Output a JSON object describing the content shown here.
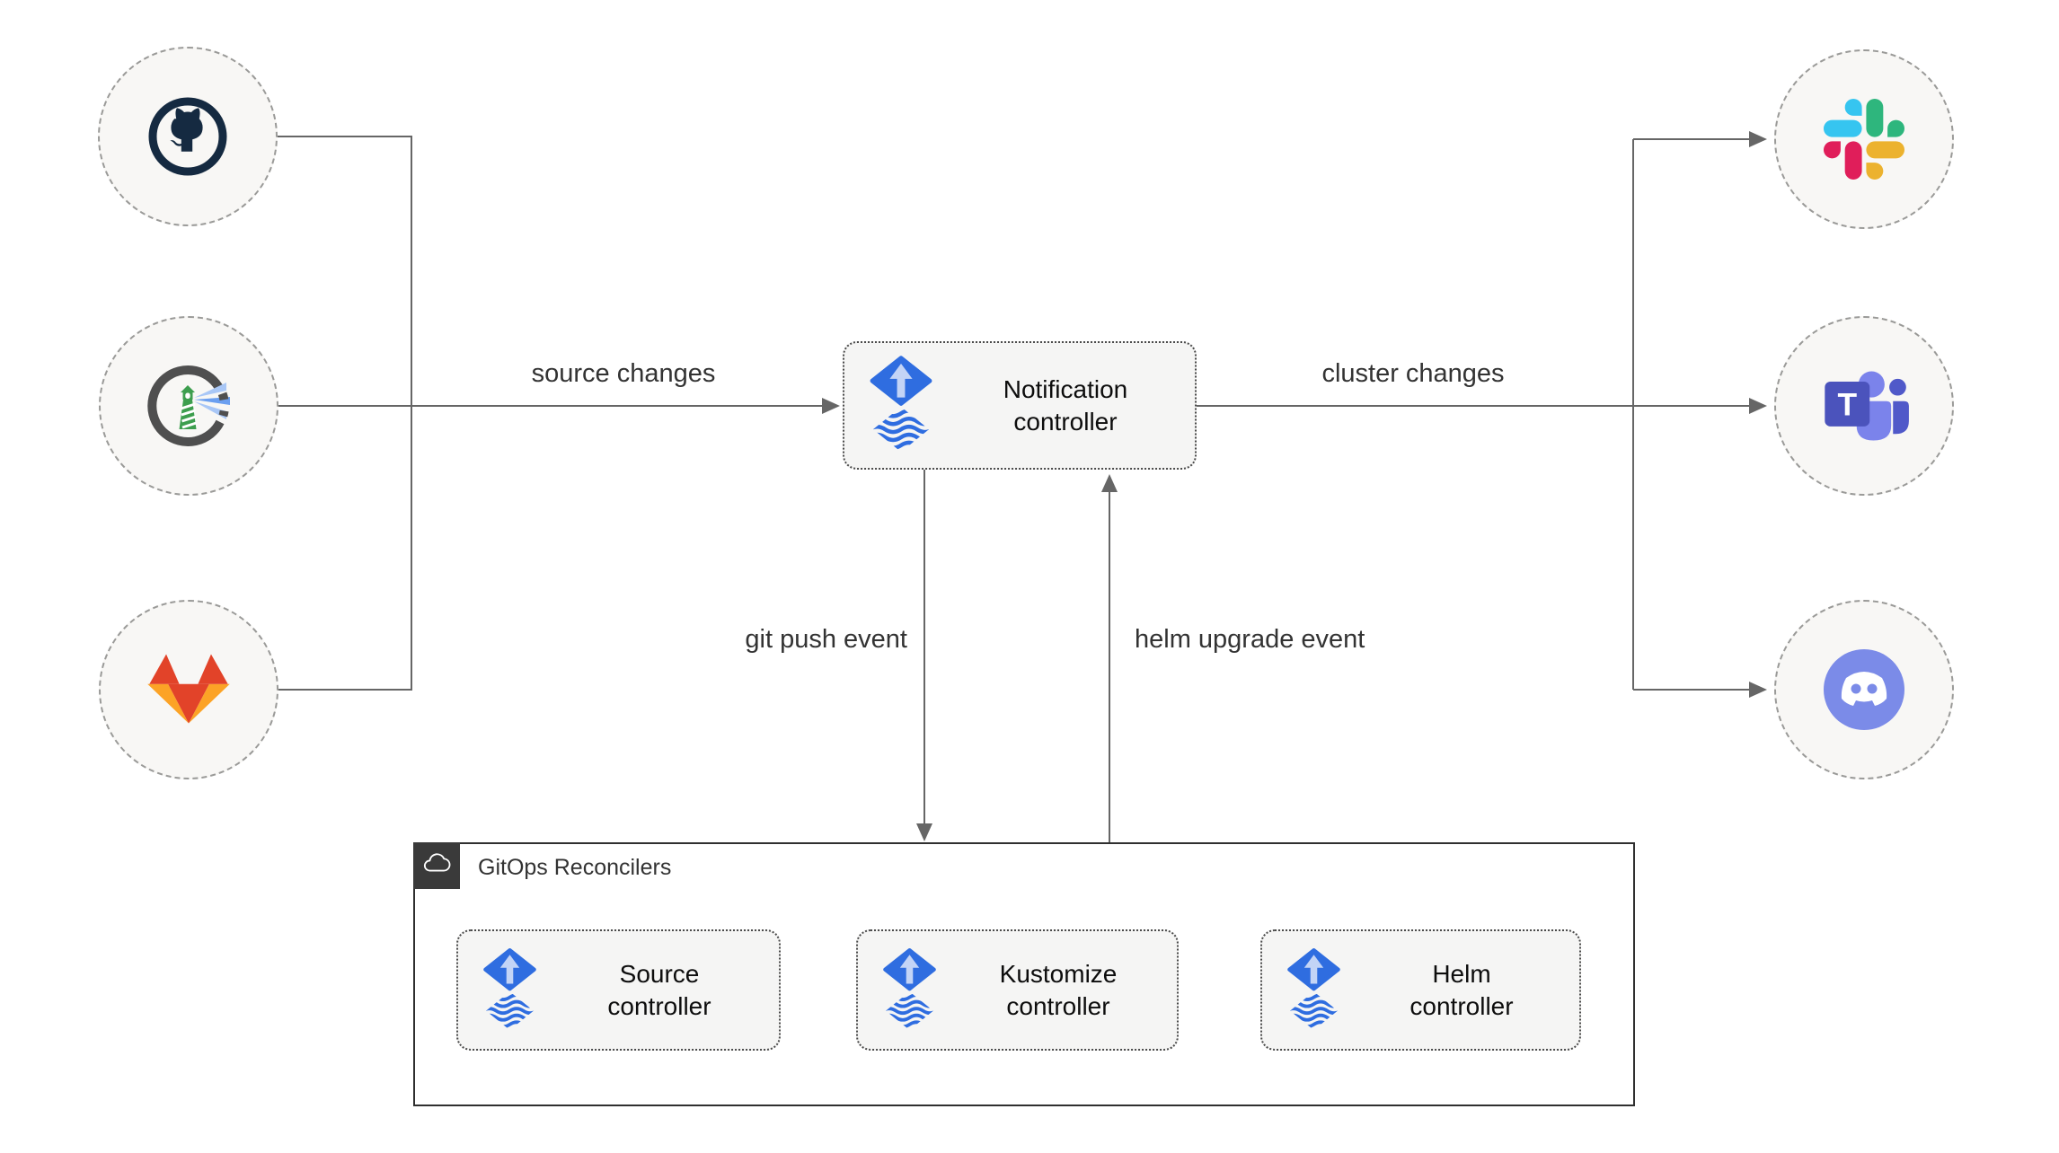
{
  "edge_labels": {
    "source_changes": "source changes",
    "cluster_changes": "cluster changes",
    "git_push_event": "git push event",
    "helm_upgrade_event": "helm upgrade event"
  },
  "nodes": {
    "notification_controller": {
      "label": "Notification controller",
      "icon": "flux-icon"
    },
    "source_controller": {
      "label": "Source controller",
      "icon": "flux-icon"
    },
    "kustomize_controller": {
      "label": "Kustomize controller",
      "icon": "flux-icon"
    },
    "helm_controller": {
      "label": "Helm controller",
      "icon": "flux-icon"
    }
  },
  "group": {
    "title": "GitOps Reconcilers",
    "icon": "cloud-icon"
  },
  "alert_sources": [
    {
      "icon": "github-icon"
    },
    {
      "icon": "harbor-icon"
    },
    {
      "icon": "gitlab-icon"
    }
  ],
  "alert_targets": [
    {
      "icon": "slack-icon"
    },
    {
      "icon": "microsoft-teams-icon"
    },
    {
      "icon": "discord-icon"
    }
  ],
  "palette": {
    "edge_gray": "#666666",
    "node_bg": "#f5f5f4",
    "node_border": "#4a4a4a",
    "circle_bg": "#f8f7f5",
    "circle_border": "#9a9a98",
    "group_border": "#2f2f2f",
    "badge_bg": "#3a3a3a",
    "flux_blue": "#2f6de0",
    "flux_arrow_light": "#c3d4f6",
    "github_dark": "#152a41",
    "harbor_gray": "#4f4f4f",
    "harbor_green": "#3d9e4e",
    "gitlab_red": "#e24329",
    "gitlab_orange": "#fca326",
    "slack_blue": "#36c5f0",
    "slack_green": "#2eb67d",
    "slack_red": "#e01e5a",
    "slack_yellow": "#ecb22e",
    "teams_purple": "#4b53bc",
    "teams_light": "#7b83eb",
    "teams_mid": "#5059c9",
    "discord_blurple": "#7b8be8"
  }
}
